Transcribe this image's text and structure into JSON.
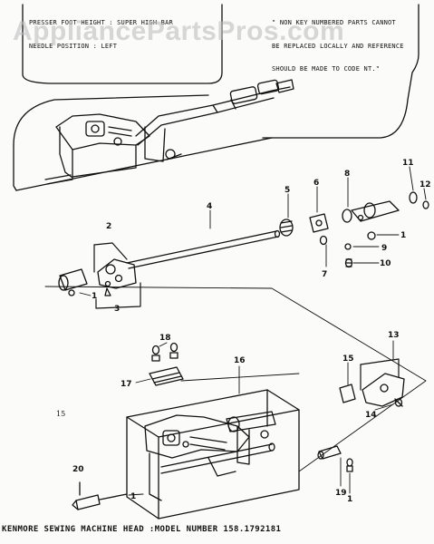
{
  "notes": {
    "left_line1": "PRESSER FOOT HEIGHT : SUPER HIGH BAR",
    "left_line2": "NEEDLE POSITION : LEFT",
    "right_line1": "\" NON KEY NUMBERED PARTS CANNOT",
    "right_line2": "BE REPLACED LOCALLY AND REFERENCE",
    "right_line3": "SHOULD BE MADE TO CODE NT.\""
  },
  "watermark": "AppliancePartsPros.com",
  "caption": "KENMORE SEWING MACHINE HEAD :MODEL NUMBER 158.1792181",
  "page_number": "15",
  "callouts": {
    "c1a": "1",
    "c1b": "1",
    "c1c": "1",
    "c1d": "1",
    "c2": "2",
    "c3": "3",
    "c4": "4",
    "c5": "5",
    "c6": "6",
    "c7": "7",
    "c8": "8",
    "c9": "9",
    "c10": "10",
    "c11": "11",
    "c12": "12",
    "c13": "13",
    "c14": "14",
    "c15": "15",
    "c16": "16",
    "c17": "17",
    "c18": "18",
    "c19": "19",
    "c20": "20"
  }
}
